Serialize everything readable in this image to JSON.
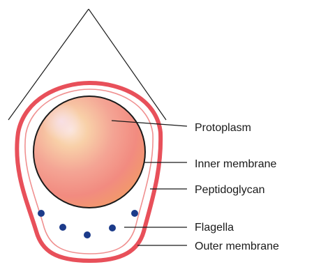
{
  "diagram": {
    "labels": {
      "protoplasm": "Protoplasm",
      "inner_membrane": "Inner membrane",
      "peptidoglycan": "Peptidoglycan",
      "flagella": "Flagella",
      "outer_membrane": "Outer membrane"
    },
    "colors": {
      "outer_membrane": "#e8505a",
      "peptidoglycan": "#f09090",
      "protoplasm_light": "#fbe0d2",
      "protoplasm_mid": "#f6c08c",
      "protoplasm_pink": "#f27f8c",
      "protoplasm_orange": "#f2a25a",
      "flagella": "#1c3b8a",
      "line": "#1a1a1a"
    }
  }
}
